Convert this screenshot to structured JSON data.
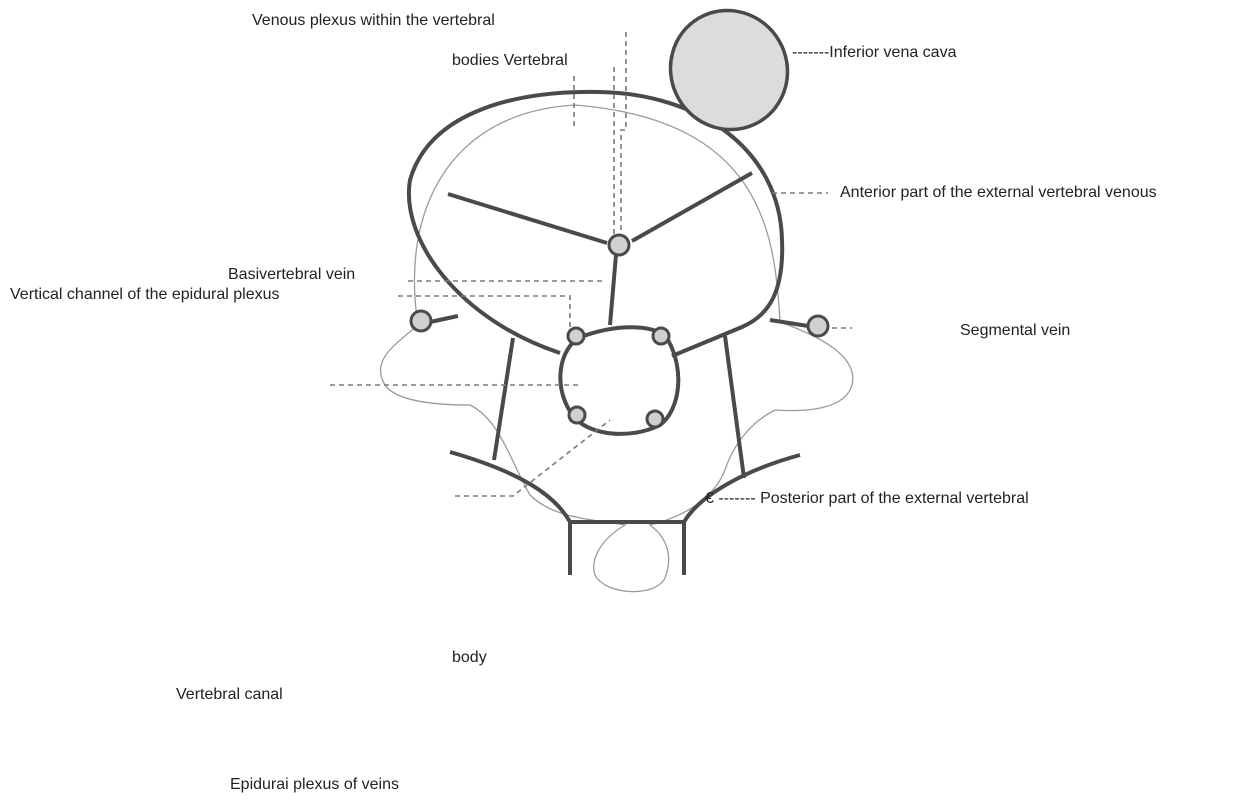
{
  "colors": {
    "outline": "#4a4a4a",
    "thin_outline": "#9a9a9a",
    "leader": "#7a7a7a",
    "ivc_fill": "#dcdcdc",
    "node_fill": "#d0d0d0",
    "text": "#222222"
  },
  "labels": {
    "venous_plexus_line1": "Venous plexus within the vertebral",
    "venous_plexus_line2": "bodies Vertebral",
    "inferior_vena_cava": "-------Inferior vena cava",
    "anterior_external": "Anterior part of the external vertebral venous",
    "basivertebral": "Basivertebral vein",
    "vertical_channel": "Vertical channel of the epidural plexus",
    "segmental": "Segmental vein",
    "posterior_external": "€ ------- Posterior part of the external vertebral",
    "body": "body",
    "vertebral_canal": "Vertebral canal",
    "epidural_plexus": "Epidurai plexus of veins"
  }
}
